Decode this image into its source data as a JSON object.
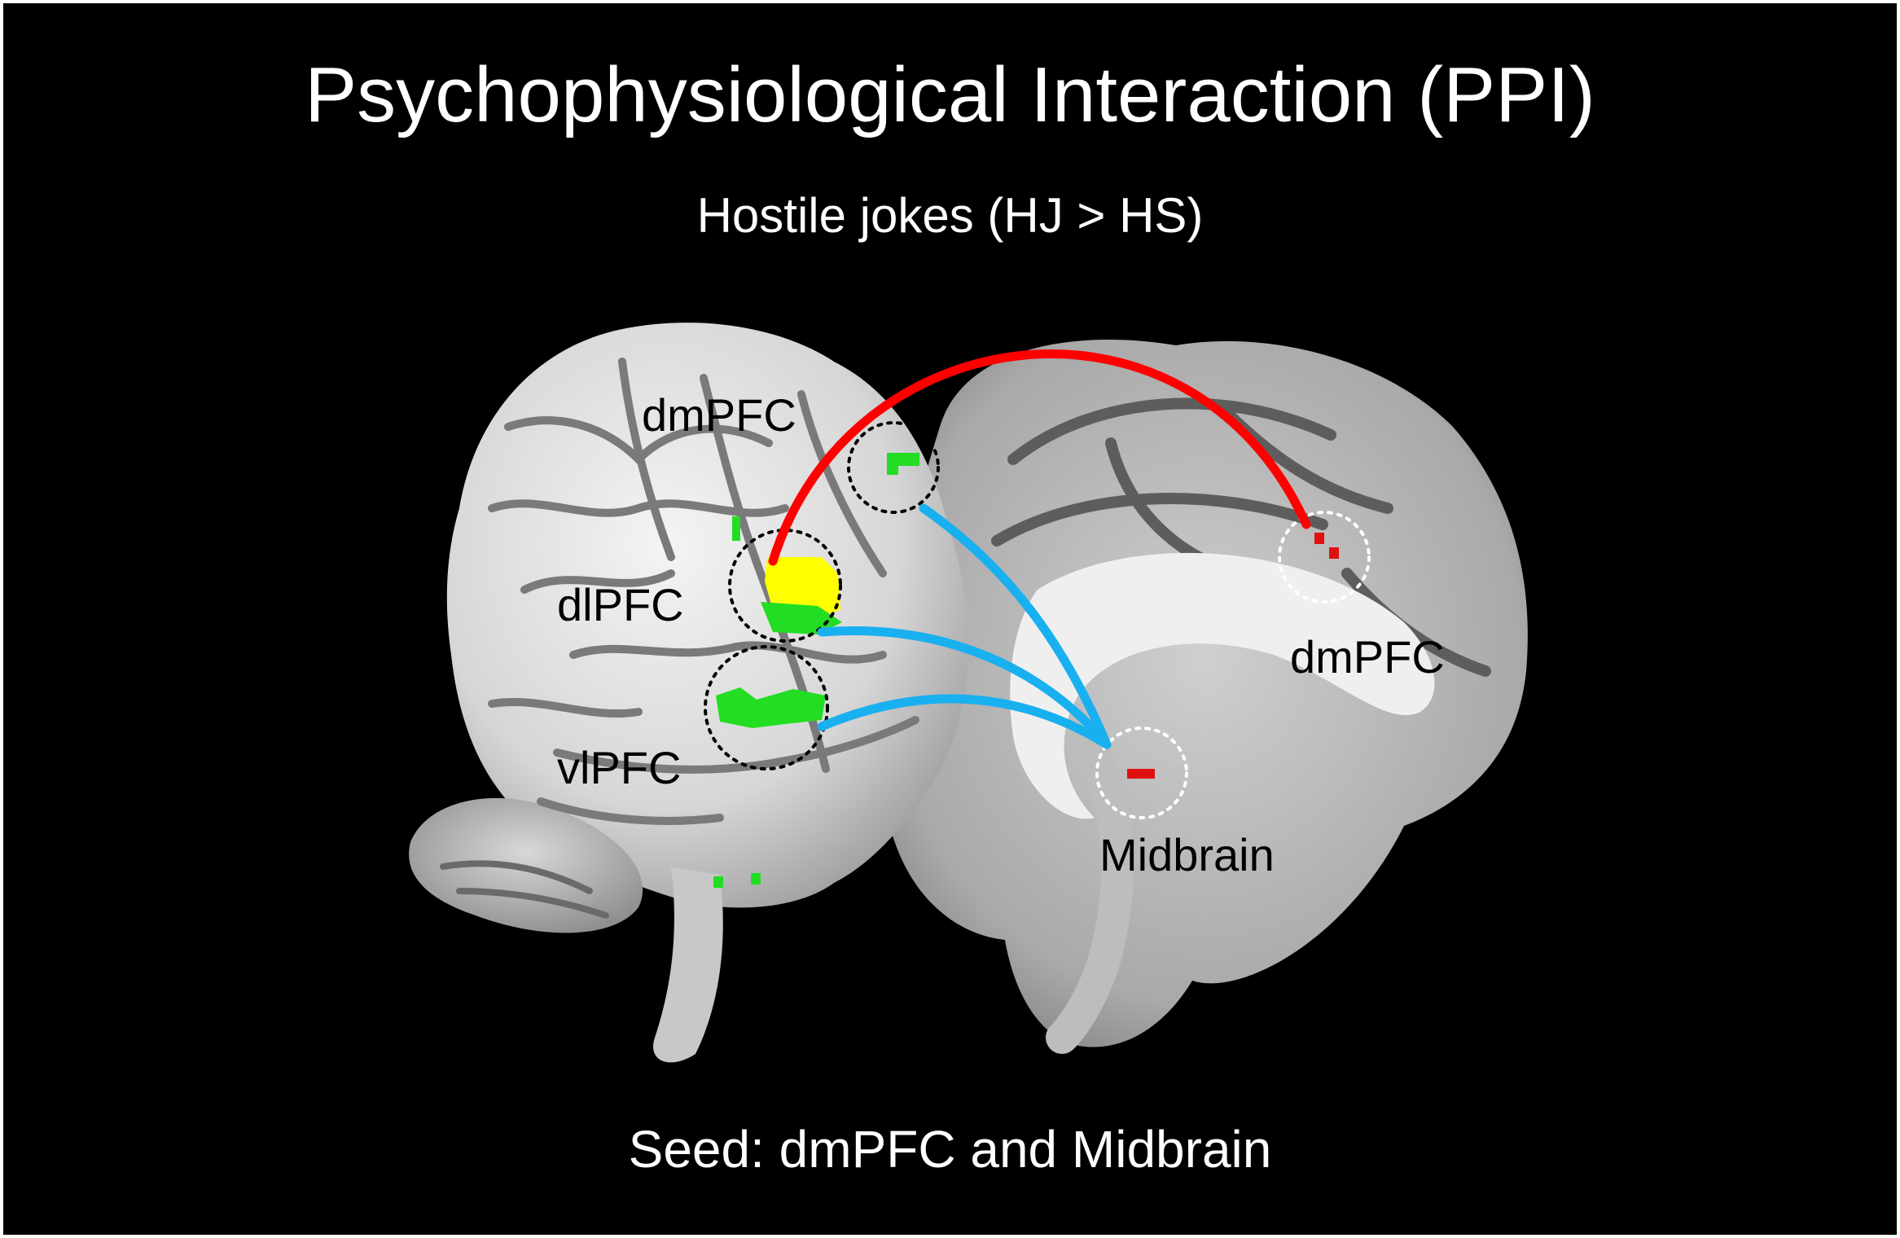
{
  "header": {
    "title": "Psychophysiological Interaction (PPI)",
    "subtitle": "Hostile jokes (HJ > HS)"
  },
  "footer": {
    "seed": "Seed: dmPFC and Midbrain"
  },
  "regions": {
    "lateral_dmpfc": "dmPFC",
    "dlpfc": "dlPFC",
    "vlpfc": "vlPFC",
    "medial_dmpfc": "dmPFC",
    "midbrain": "Midbrain"
  },
  "colors": {
    "background": "#000000",
    "brain": "#dcdcdc",
    "activation_green": "#22dd22",
    "activation_yellow": "#ffff00",
    "activation_red": "#e01010",
    "connection_red": "#ff0000",
    "connection_blue": "#19b0f0"
  }
}
